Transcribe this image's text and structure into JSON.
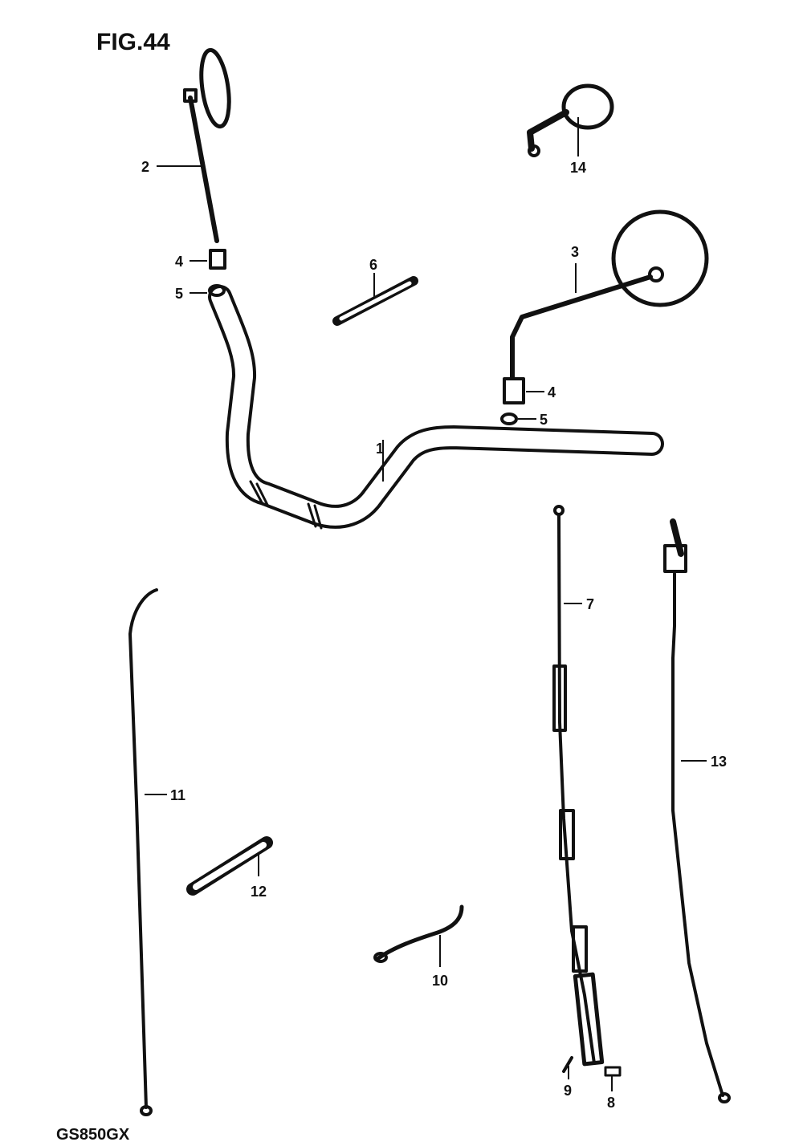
{
  "figure": {
    "title": "FIG.44",
    "model": "GS850GX"
  },
  "callouts": [
    {
      "id": "c1",
      "text": "1"
    },
    {
      "id": "c2",
      "text": "2"
    },
    {
      "id": "c3",
      "text": "3"
    },
    {
      "id": "c4a",
      "text": "4"
    },
    {
      "id": "c5a",
      "text": "5"
    },
    {
      "id": "c4b",
      "text": "4"
    },
    {
      "id": "c5b",
      "text": "5"
    },
    {
      "id": "c6",
      "text": "6"
    },
    {
      "id": "c7",
      "text": "7"
    },
    {
      "id": "c8",
      "text": "8"
    },
    {
      "id": "c9",
      "text": "9"
    },
    {
      "id": "c10",
      "text": "10"
    },
    {
      "id": "c11",
      "text": "11"
    },
    {
      "id": "c12",
      "text": "12"
    },
    {
      "id": "c13",
      "text": "13"
    },
    {
      "id": "c14",
      "text": "14"
    }
  ]
}
